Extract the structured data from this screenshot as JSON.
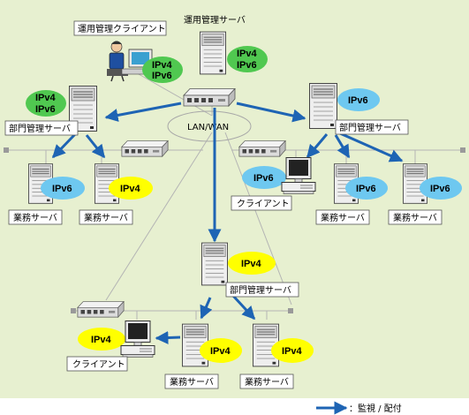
{
  "colors": {
    "panel_bg": "#e7f0d0",
    "arrow": "#1e64b4",
    "ipv4_badge": "#ffff00",
    "ipv6_badge": "#6ec8f0",
    "dual_badge": "#50c850",
    "network_line": "#b4b4b4"
  },
  "labels": {
    "admin_client": "運用管理クライアント",
    "admin_server": "運用管理サーバ",
    "dept_server": "部門管理サーバ",
    "business_server": "業務サーバ",
    "client": "クライアント",
    "lan_wan": "LAN/WAN",
    "ipv4": "IPv4",
    "ipv6": "IPv6"
  },
  "legend": {
    "text": "：監視 / 配付"
  },
  "icons": {
    "server": "server-tower-icon",
    "client_pc": "desktop-pc-icon",
    "switch": "network-switch-icon",
    "cloud": "network-cloud-icon",
    "operator": "operator-at-desk-icon"
  }
}
